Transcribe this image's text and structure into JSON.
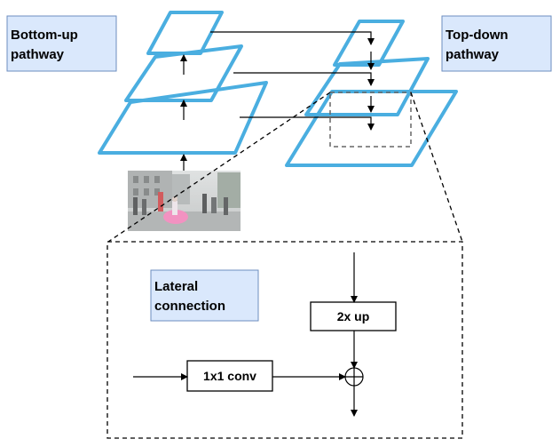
{
  "labels": {
    "bottom_up_line1": "Bottom-up",
    "bottom_up_line2": "pathway",
    "top_down_line1": "Top-down",
    "top_down_line2": "pathway",
    "lateral_line1": "Lateral",
    "lateral_line2": "connection",
    "upsample": "2x up",
    "conv": "1x1 conv"
  },
  "colors": {
    "layer_stroke": "#4aaee0",
    "label_box_fill": "#dae8fc",
    "label_box_stroke": "#6c8ebf",
    "line": "#000000",
    "dashed_zoom": "#666666"
  },
  "image": {
    "description_icon": "street-photo-thumbnail"
  }
}
